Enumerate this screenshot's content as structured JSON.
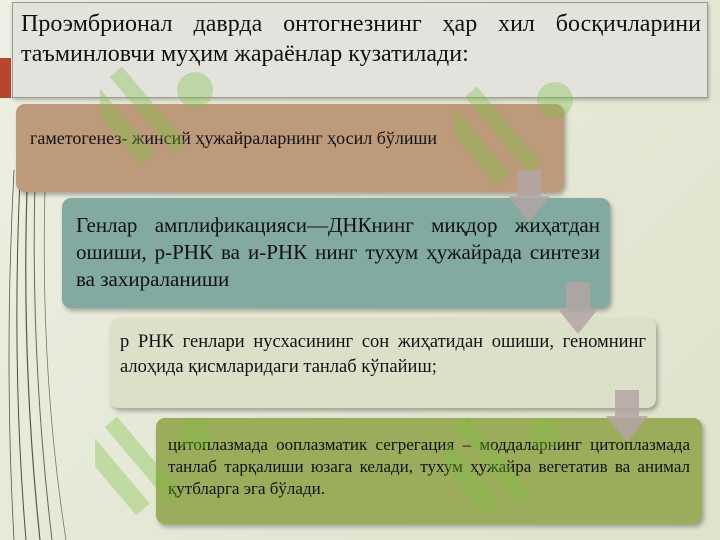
{
  "header": {
    "text": "Проэмбрионал даврда онтогнезнинг ҳар хил босқичларини таъминловчи муҳим жараёнлар кузатилади:"
  },
  "steps": [
    {
      "text": "гаметогенез- жинсий ҳужайраларнинг ҳосил бўлиши",
      "color": "#bd9a7a"
    },
    {
      "text": "Генлар амплификацияси—ДНКнинг миқдор жиҳатдан ошиши, р-РНК ва и-РНК нинг тухум ҳужайрада синтези ва захираланиши",
      "color": "#82aaa0"
    },
    {
      "text": "р РНК генлари нусхасининг сон жиҳатидан ошиши, геномнинг алоҳида қисмларидаги танлаб кўпайиш;",
      "color": "#dde0c9"
    },
    {
      "text": "цитоплазмада ооплазматик сегрегация – моддаларнинг цитоплазмада танлаб тарқалиши юзага келади, тухум ҳужайра вегетатив ва анимал қутбларга эга бўлади.",
      "color": "#9bac5a"
    }
  ],
  "colors": {
    "accent_red": "#b8462a",
    "arrow": "#b3a5a5",
    "watermark": "#7cc241"
  },
  "icons": [
    "down-arrow-icon",
    "watermark-logo"
  ]
}
